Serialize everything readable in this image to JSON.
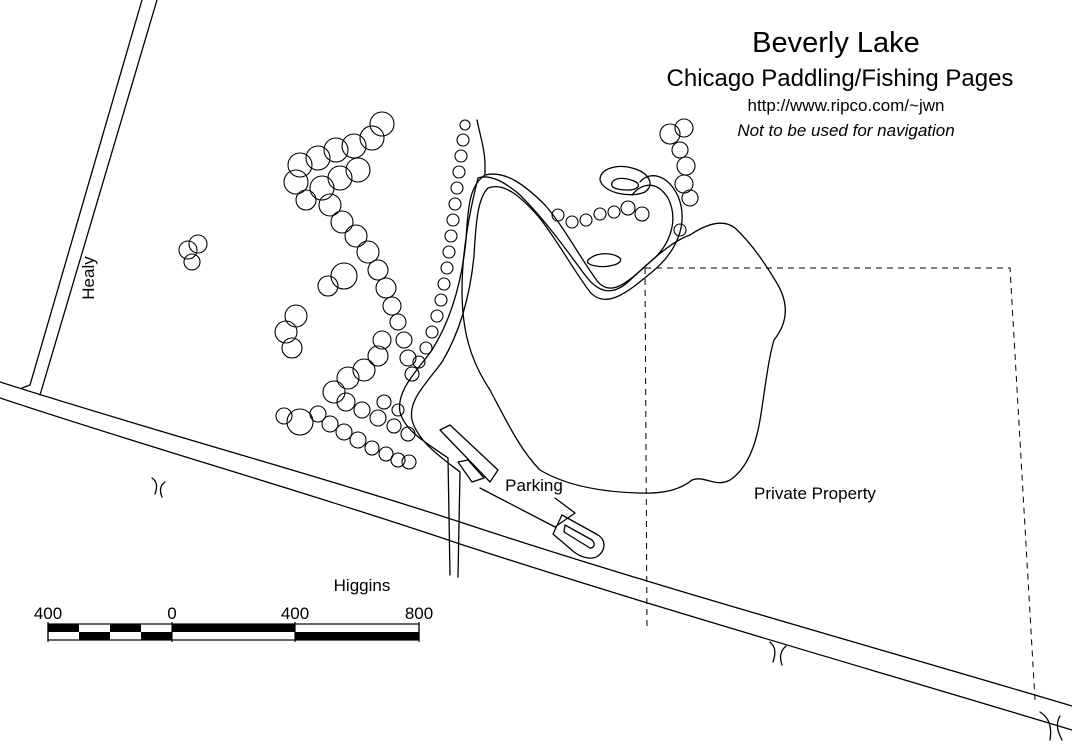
{
  "title": "Beverly Lake",
  "subtitle": "Chicago Paddling/Fishing Pages",
  "url": "http://www.ripco.com/~jwn",
  "disclaimer": "Not to be used for navigation",
  "labels": {
    "healy": "Healy",
    "higgins": "Higgins",
    "parking": "Parking",
    "private_property": "Private Property"
  },
  "scale_bar": {
    "ticks": [
      "400",
      "0",
      "400",
      "800"
    ]
  },
  "colors": {
    "ink": "#000000",
    "paper": "#ffffff"
  }
}
